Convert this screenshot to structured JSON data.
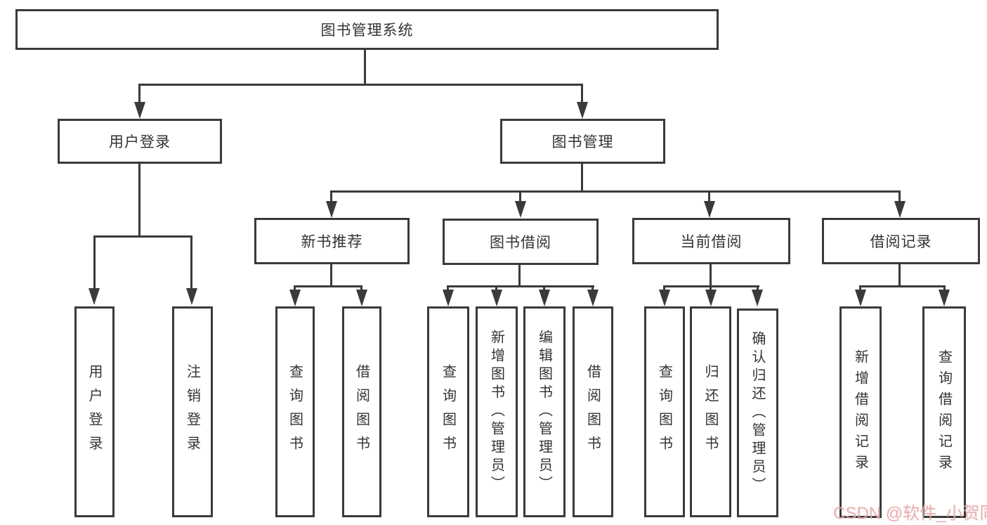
{
  "tree": {
    "label": "图书管理系统",
    "children": [
      {
        "label": "用户登录",
        "children": [
          {
            "label": "用户登录"
          },
          {
            "label": "注销登录"
          }
        ]
      },
      {
        "label": "图书管理",
        "children": [
          {
            "label": "新书推荐",
            "children": [
              {
                "label": "查询图书"
              },
              {
                "label": "借阅图书"
              }
            ]
          },
          {
            "label": "图书借阅",
            "children": [
              {
                "label": "查询图书"
              },
              {
                "label": "新增图书（管理员）"
              },
              {
                "label": "编辑图书（管理员）"
              },
              {
                "label": "借阅图书"
              }
            ]
          },
          {
            "label": "当前借阅",
            "children": [
              {
                "label": "查询图书"
              },
              {
                "label": "归还图书"
              },
              {
                "label": "确认归还（管理员）"
              }
            ]
          },
          {
            "label": "借阅记录",
            "children": [
              {
                "label": "新增借阅记录"
              },
              {
                "label": "查询借阅记录"
              }
            ]
          }
        ]
      }
    ]
  },
  "watermark": {
    "text": "CSDN @软件_小贺同学"
  },
  "colors": {
    "line": "#3a3a3a",
    "text": "#333333",
    "background": "#ffffff",
    "watermark": "#ebA5a5"
  }
}
